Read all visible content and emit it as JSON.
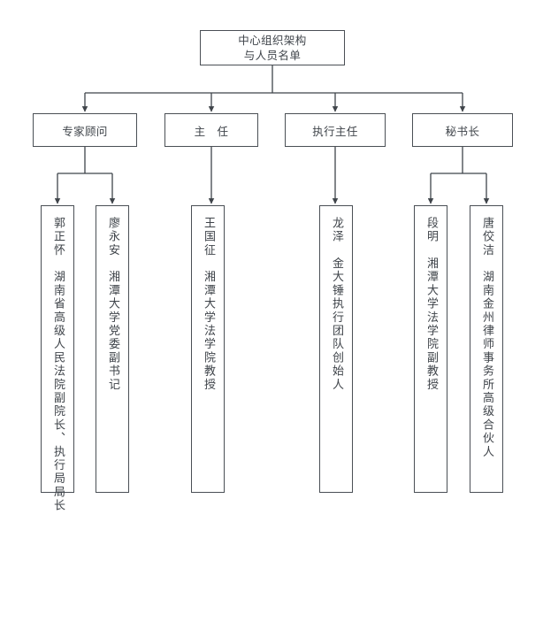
{
  "chart": {
    "title_box": {
      "lines": [
        "中心组织架构",
        "与人员名单"
      ]
    },
    "level2": [
      {
        "label": "专家顾问"
      },
      {
        "label": "主　任"
      },
      {
        "label": "执行主任"
      },
      {
        "label": "秘书长"
      }
    ],
    "level3": [
      {
        "name": "郭正怀",
        "title": "湖南省高级人民法院副院长、执行局局长",
        "text": "郭正怀　湖南省高级人民法院副院长、执行局局长",
        "parent": "专家顾问"
      },
      {
        "name": "廖永安",
        "title": "湘潭大学党委副书记",
        "text": "廖永安　湘潭大学党委副书记",
        "parent": "专家顾问"
      },
      {
        "name": "王国征",
        "title": "湘潭大学法学院教授",
        "text": "王国征　湘潭大学法学院教授",
        "parent": "主　任"
      },
      {
        "name": "龙泽",
        "title": "金大锤执行团队创始人",
        "text": "龙泽　金大锤执行团队创始人",
        "parent": "执行主任"
      },
      {
        "name": "段明",
        "title": "湘潭大学法学院副教授",
        "text": "段明　湘潭大学法学院副教授",
        "parent": "秘书长"
      },
      {
        "name": "唐佼洁",
        "title": "湖南金州律师事务所高级合伙人",
        "text": "唐佼洁　湖南金州律师事务所高级合伙人",
        "parent": "秘书长"
      }
    ],
    "colors": {
      "border": "#4a4f55",
      "text": "#3f444a",
      "background": "#ffffff",
      "connector": "#3f444a"
    }
  }
}
